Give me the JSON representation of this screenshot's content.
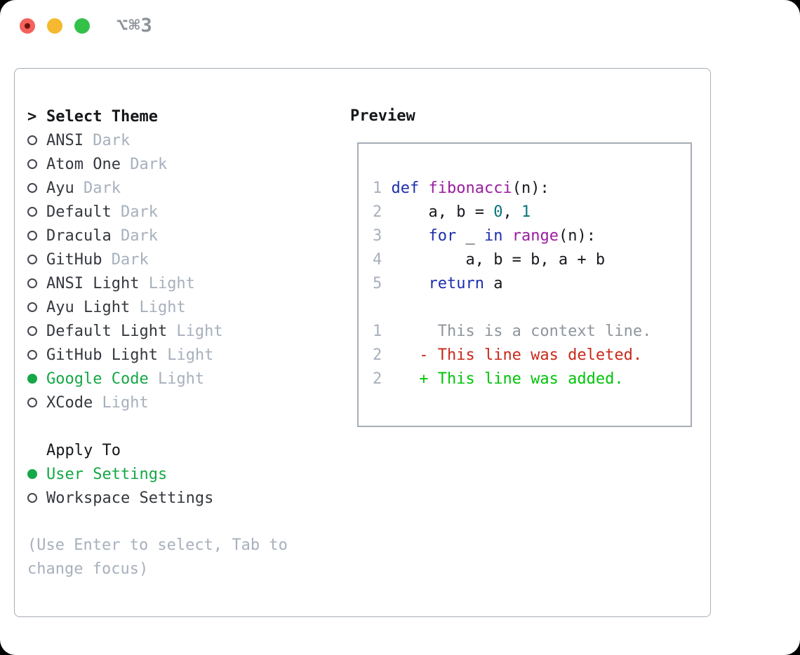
{
  "window": {
    "title": "⌥⌘3"
  },
  "titlebar_icons": [
    "close-traffic-light",
    "minimize-traffic-light",
    "zoom-traffic-light"
  ],
  "theme_list": {
    "cursor": ">",
    "header": "Select Theme",
    "items": [
      {
        "name": "ANSI",
        "variant": "Dark",
        "selected": false
      },
      {
        "name": "Atom One",
        "variant": "Dark",
        "selected": false
      },
      {
        "name": "Ayu",
        "variant": "Dark",
        "selected": false
      },
      {
        "name": "Default",
        "variant": "Dark",
        "selected": false
      },
      {
        "name": "Dracula",
        "variant": "Dark",
        "selected": false
      },
      {
        "name": "GitHub",
        "variant": "Dark",
        "selected": false
      },
      {
        "name": "ANSI Light",
        "variant": "Light",
        "selected": false
      },
      {
        "name": "Ayu Light",
        "variant": "Light",
        "selected": false
      },
      {
        "name": "Default Light",
        "variant": "Light",
        "selected": false
      },
      {
        "name": "GitHub Light",
        "variant": "Light",
        "selected": false
      },
      {
        "name": "Google Code",
        "variant": "Light",
        "selected": true
      },
      {
        "name": "XCode",
        "variant": "Light",
        "selected": false
      }
    ]
  },
  "apply_to": {
    "header": "Apply To",
    "options": [
      {
        "label": "User Settings",
        "selected": true
      },
      {
        "label": "Workspace Settings",
        "selected": false
      }
    ]
  },
  "hint": "(Use Enter to select, Tab to change focus)",
  "preview": {
    "header": "Preview",
    "code_lines": [
      [
        [
          "num",
          "1"
        ],
        [
          "plain",
          " "
        ],
        [
          "kw",
          "def"
        ],
        [
          "plain",
          " "
        ],
        [
          "fn",
          "fibonacci"
        ],
        [
          "plain",
          "(n):"
        ]
      ],
      [
        [
          "num",
          "2"
        ],
        [
          "plain",
          "     a, b = "
        ],
        [
          "lit",
          "0"
        ],
        [
          "plain",
          ", "
        ],
        [
          "lit",
          "1"
        ]
      ],
      [
        [
          "num",
          "3"
        ],
        [
          "plain",
          "     "
        ],
        [
          "kw",
          "for"
        ],
        [
          "plain",
          " _ "
        ],
        [
          "kw",
          "in"
        ],
        [
          "plain",
          " "
        ],
        [
          "fn",
          "range"
        ],
        [
          "plain",
          "(n):"
        ]
      ],
      [
        [
          "num",
          "4"
        ],
        [
          "plain",
          "         a, b = b, a + b"
        ]
      ],
      [
        [
          "num",
          "5"
        ],
        [
          "plain",
          "     "
        ],
        [
          "kw",
          "return"
        ],
        [
          "plain",
          " a"
        ]
      ],
      [],
      [
        [
          "num",
          "1"
        ],
        [
          "ctx",
          "      This is a context line."
        ]
      ],
      [
        [
          "num",
          "2"
        ],
        [
          "plain",
          "    "
        ],
        [
          "del",
          "- This line was deleted."
        ]
      ],
      [
        [
          "num",
          "2"
        ],
        [
          "plain",
          "    "
        ],
        [
          "add",
          "+ This line was added."
        ]
      ]
    ]
  },
  "colors": {
    "tl_red": "#f4615b",
    "tl_red_dot": "#6f1410",
    "tl_yellow": "#f5b82e",
    "tl_green": "#33c149",
    "title": "#8c9299",
    "border": "#a6adb6",
    "text": "#35383e",
    "muted": "#a7b0bd",
    "green": "#16a746",
    "circle": "#43474e",
    "code": "#17191d",
    "linenum": "#a7b0bd",
    "kw": "#1e2fae",
    "fn": "#9a1d9e",
    "lit": "#0a7478",
    "ctx": "#8f959d",
    "del": "#c9291a",
    "add": "#00c40a"
  }
}
